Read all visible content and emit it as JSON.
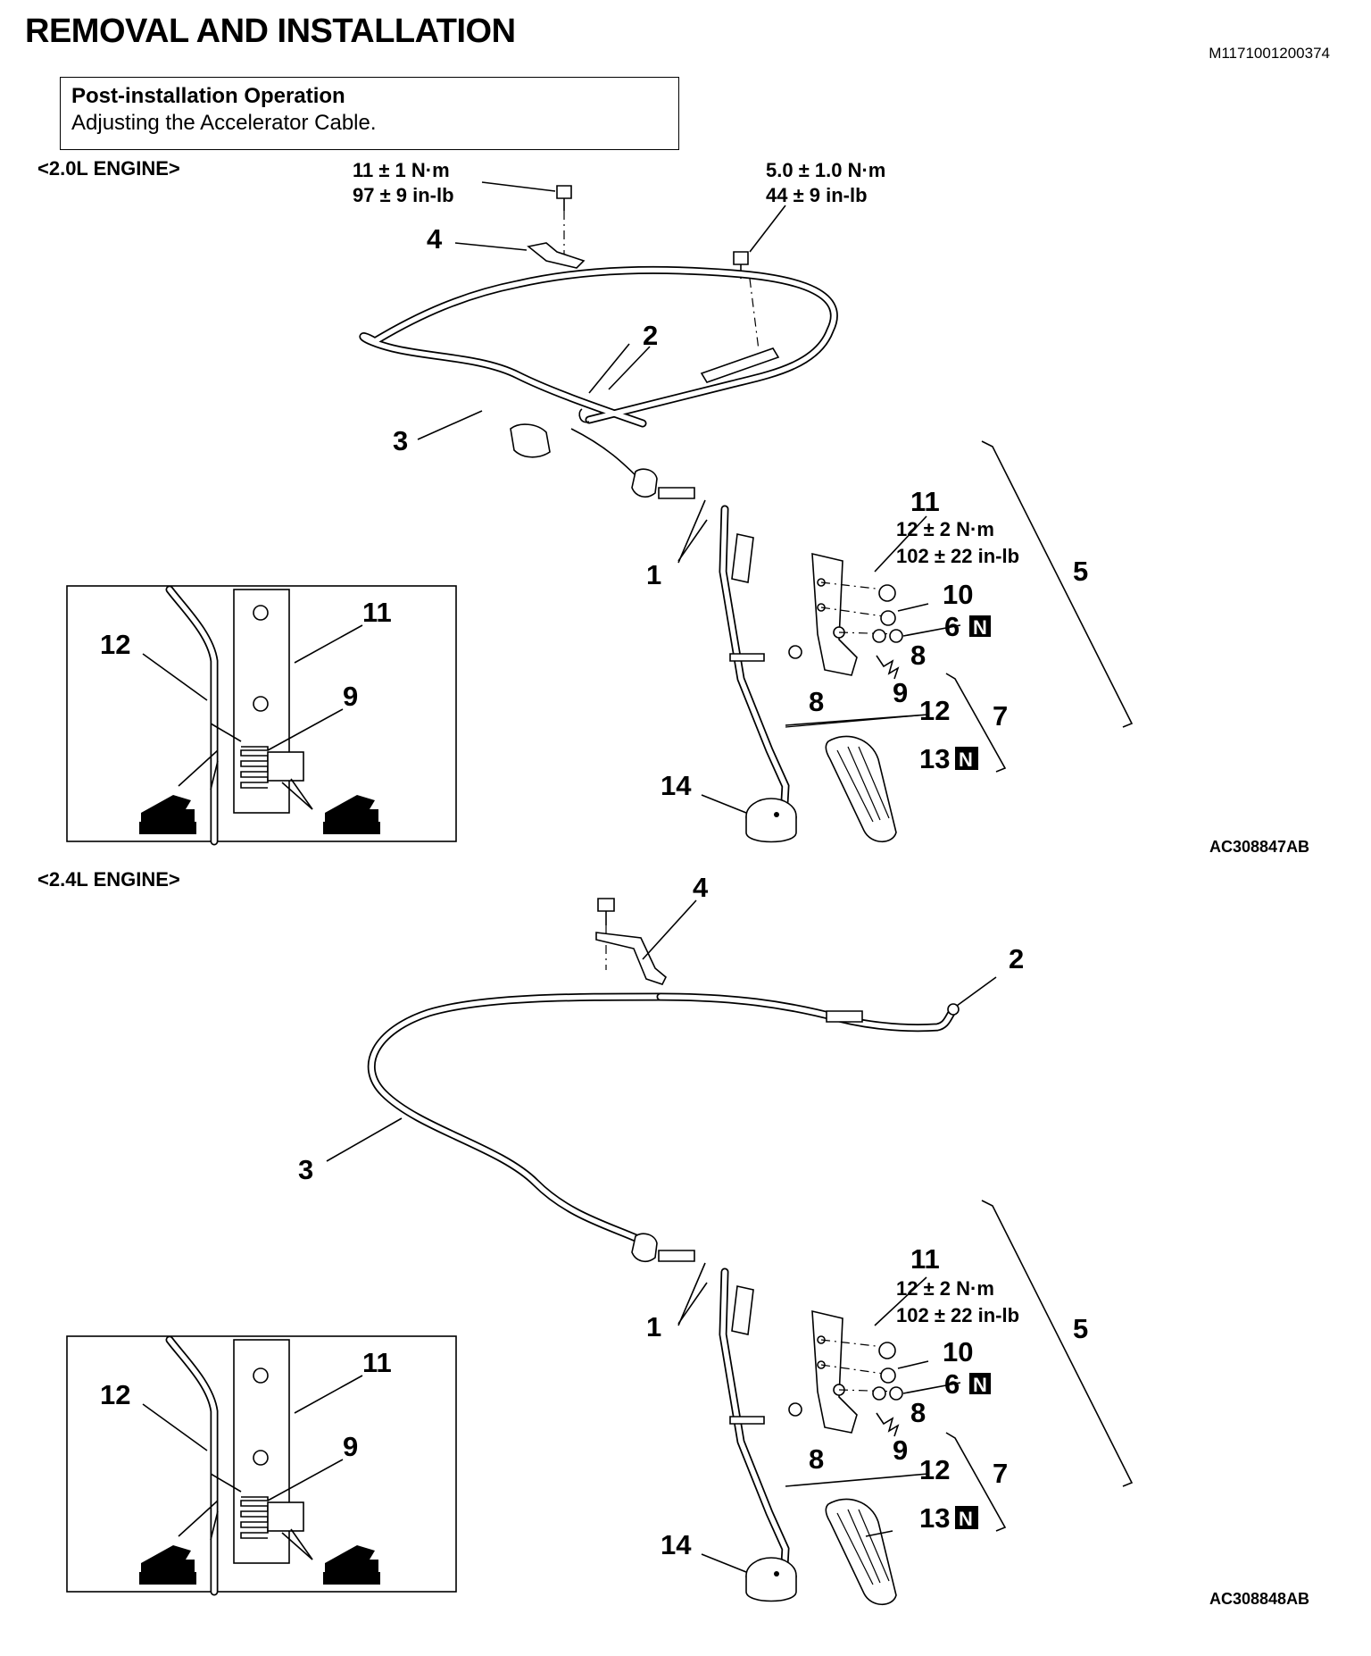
{
  "header": {
    "title": "REMOVAL AND INSTALLATION",
    "doc_id": "M1171001200374"
  },
  "note": {
    "title": "Post-installation Operation",
    "text": "Adjusting the Accelerator Cable."
  },
  "sections": [
    {
      "label": "<2.0L ENGINE>",
      "figure_code": "AC308847AB",
      "torques": [
        {
          "nm": "11 ± 1 N·m",
          "inlb": "97 ± 9 in-lb"
        },
        {
          "nm": "5.0 ± 1.0 N·m",
          "inlb": "44 ± 9 in-lb"
        },
        {
          "nm": "12 ± 2 N·m",
          "inlb": "102 ± 22 in-lb"
        }
      ],
      "callouts": [
        "1",
        "2",
        "3",
        "4",
        "5",
        "6",
        "7",
        "8",
        "8",
        "9",
        "10",
        "11",
        "12",
        "13",
        "14"
      ],
      "inset_callouts": [
        "12",
        "11",
        "9"
      ],
      "new_part_mark": "N"
    },
    {
      "label": "<2.4L ENGINE>",
      "figure_code": "AC308848AB",
      "torques": [
        {
          "nm": "12 ± 2 N·m",
          "inlb": "102 ± 22 in-lb"
        }
      ],
      "callouts": [
        "1",
        "2",
        "3",
        "4",
        "5",
        "6",
        "7",
        "8",
        "8",
        "9",
        "10",
        "11",
        "12",
        "13",
        "14"
      ],
      "inset_callouts": [
        "12",
        "11",
        "9"
      ],
      "new_part_mark": "N"
    }
  ]
}
